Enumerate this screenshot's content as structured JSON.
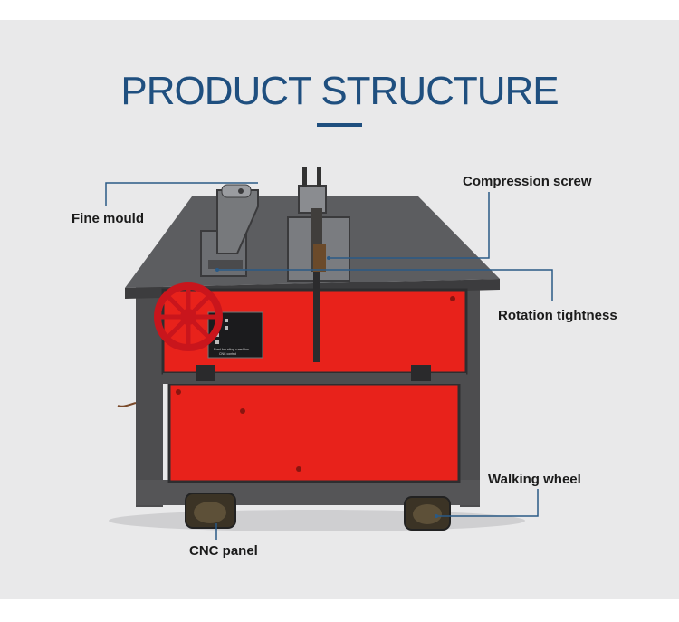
{
  "header": {
    "title": "PRODUCT STRUCTURE"
  },
  "labels": {
    "fine_mould": "Fine mould",
    "compression_screw": "Compression screw",
    "rotation_tightness": "Rotation tightness",
    "walking_wheel": "Walking wheel",
    "cnc_panel": "CNC panel"
  },
  "colors": {
    "background": "#e9e9ea",
    "title": "#1f4f7f",
    "callout_line": "#2a5a86",
    "machine_red": "#e8221b",
    "frame_gray": "#4a4a4a"
  },
  "machine_panel": {
    "plate_text_1": "Fast bending machine",
    "plate_text_2": "CNC control"
  }
}
